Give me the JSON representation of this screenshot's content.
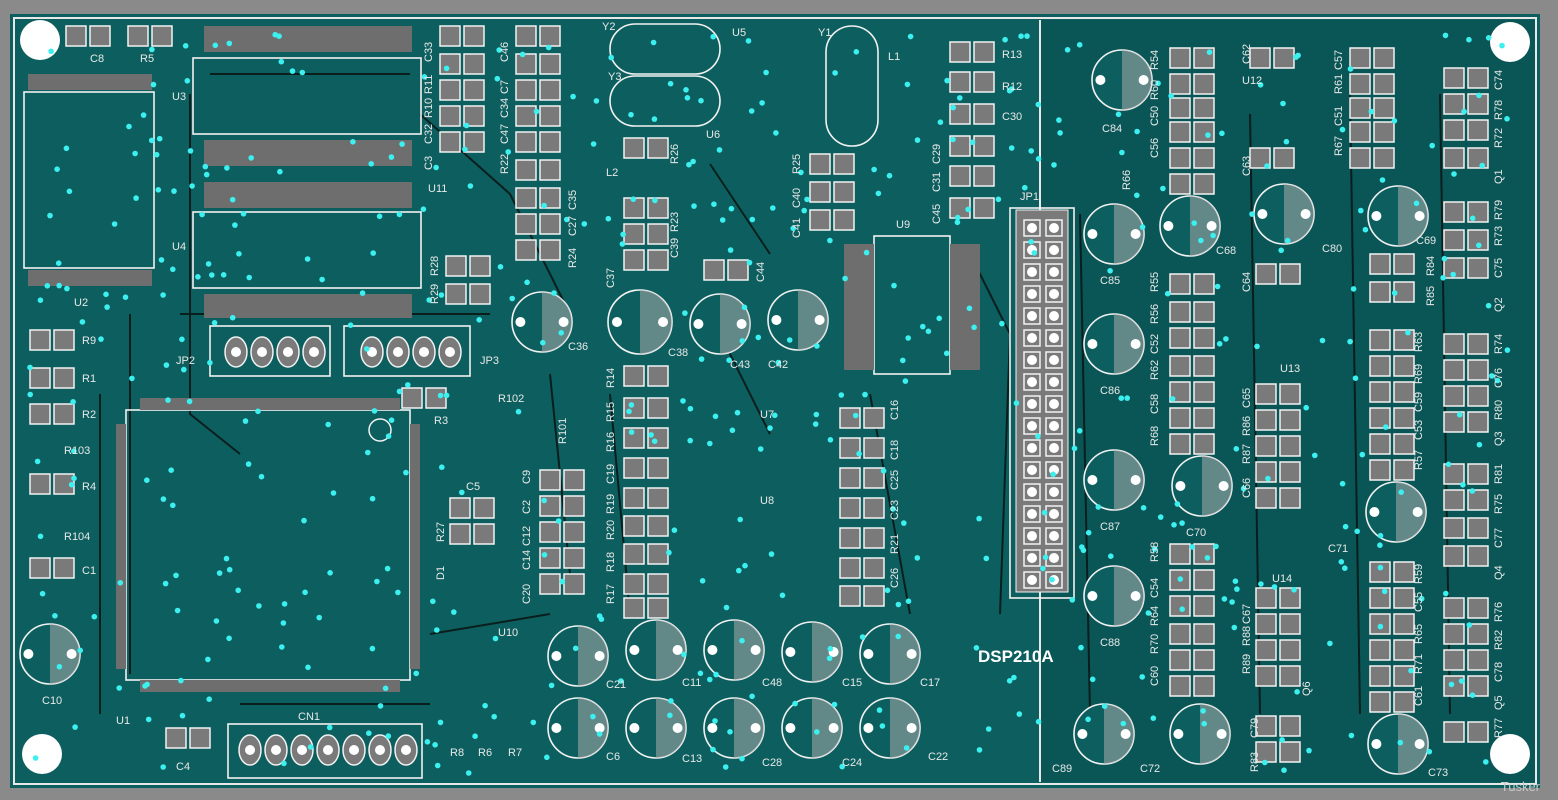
{
  "board": {
    "title": "DSP210A",
    "background": "#0d5f5f",
    "silk": "#f2f2f2",
    "via_color": "#3df0f0",
    "pad_color": "#7a7a7a"
  },
  "watermark": "Tusker",
  "labels": {
    "C8": "C8",
    "R5": "R5",
    "U3": "U3",
    "U4": "U4",
    "U2": "U2",
    "JP2": "JP2",
    "JP3": "JP3",
    "R102": "R102",
    "R3": "R3",
    "R101": "R101",
    "R9": "R9",
    "R1": "R1",
    "R2": "R2",
    "R103": "R103",
    "R4": "R4",
    "R104": "R104",
    "C1": "C1",
    "C10": "C10",
    "U1": "U1",
    "C4": "C4",
    "CN1": "CN1",
    "R8": "R8",
    "R6": "R6",
    "R7": "R7",
    "U10": "U10",
    "D1": "D1",
    "C5": "C5",
    "R27": "R27",
    "C33": "C33",
    "R11": "R11",
    "R10": "R10",
    "C32": "C32",
    "C3": "C3",
    "C46": "C46",
    "C7": "C7",
    "C34": "C34",
    "C47": "C47",
    "R22": "R22",
    "C35": "C35",
    "C27": "C27",
    "R24": "R24",
    "U11": "U11",
    "R28": "R28",
    "R29": "R29",
    "Y2": "Y2",
    "Y3": "Y3",
    "L2": "L2",
    "U5": "U5",
    "Y1": "Y1",
    "L1": "L1",
    "R13": "R13",
    "R12": "R12",
    "C30": "C30",
    "C29": "C29",
    "C31": "C31",
    "C45": "C45",
    "U6": "U6",
    "R26": "R26",
    "R23": "R23",
    "C39": "C39",
    "C37": "C37",
    "C36": "C36",
    "C38": "C38",
    "C43": "C43",
    "C42": "C42",
    "R25": "R25",
    "C40": "C40",
    "C41": "C41",
    "C44": "C44",
    "U9": "U9",
    "JP1": "JP1",
    "R14": "R14",
    "R15": "R15",
    "R16": "R16",
    "C19": "C19",
    "R19": "R19",
    "R20": "R20",
    "R18": "R18",
    "R17": "R17",
    "C9": "C9",
    "C2": "C2",
    "C12": "C12",
    "C14": "C14",
    "C20": "C20",
    "U7": "U7",
    "U8": "U8",
    "C16": "C16",
    "C18": "C18",
    "C25": "C25",
    "C23": "C23",
    "R21": "R21",
    "C26": "C26",
    "C21": "C21",
    "C11": "C11",
    "C48": "C48",
    "C15": "C15",
    "C17": "C17",
    "C6": "C6",
    "C13": "C13",
    "C28": "C28",
    "C24": "C24",
    "C22": "C22",
    "C84": "C84",
    "R54": "R54",
    "R60": "R60",
    "C50": "C50",
    "R66": "R66",
    "C56": "C56",
    "C62": "C62",
    "U12": "U12",
    "C63": "C63",
    "R61": "R61",
    "C57": "C57",
    "C51": "C51",
    "R67": "R67",
    "C74": "C74",
    "R78": "R78",
    "R72": "R72",
    "Q1": "Q1",
    "C85": "C85",
    "C68": "C68",
    "C80": "C80",
    "C64": "C64",
    "C69": "C69",
    "R79": "R79",
    "R73": "R73",
    "C75": "C75",
    "R84": "R84",
    "R85": "R85",
    "Q2": "Q2",
    "R55": "R55",
    "R56": "R56",
    "C52": "C52",
    "R62": "R62",
    "C58": "C58",
    "R68": "R68",
    "C86": "C86",
    "U13": "U13",
    "C65": "C65",
    "R86": "R86",
    "R87": "R87",
    "C66": "C66",
    "R63": "R63",
    "R69": "R69",
    "C59": "C59",
    "C53": "C53",
    "R57": "R57",
    "R74": "R74",
    "C76": "C76",
    "R80": "R80",
    "Q3": "Q3",
    "C87": "C87",
    "C70": "C70",
    "C71": "C71",
    "R81": "R81",
    "R75": "R75",
    "C77": "C77",
    "Q4": "Q4",
    "R58": "R58",
    "C54": "C54",
    "R64": "R64",
    "R70": "R70",
    "C60": "C60",
    "C88": "C88",
    "U14": "U14",
    "C67": "C67",
    "R88": "R88",
    "R89": "R89",
    "Q6": "Q6",
    "R59": "R59",
    "C55": "C55",
    "R65": "R65",
    "R71": "R71",
    "C61": "C61",
    "R76": "R76",
    "R82": "R82",
    "C78": "C78",
    "Q5": "Q5",
    "R77": "R77",
    "C79": "C79",
    "R83": "R83",
    "C89": "C89",
    "C72": "C72",
    "C73": "C73"
  }
}
